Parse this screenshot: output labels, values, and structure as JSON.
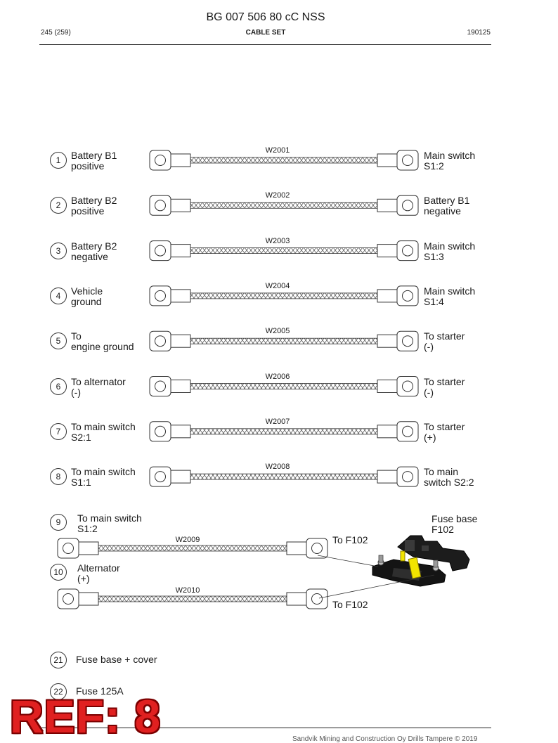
{
  "header": {
    "doc_title": "BG 007 506 80 cC NSS",
    "page": "245 (259)",
    "section": "CABLE SET",
    "date": "190125"
  },
  "cables": [
    {
      "num": "1",
      "left": "Battery B1\npositive",
      "code": "W2001",
      "right": "Main switch\nS1:2"
    },
    {
      "num": "2",
      "left": "Battery B2\npositive",
      "code": "W2002",
      "right": "Battery B1\nnegative"
    },
    {
      "num": "3",
      "left": "Battery B2\nnegative",
      "code": "W2003",
      "right": "Main switch\nS1:3"
    },
    {
      "num": "4",
      "left": "Vehicle\nground",
      "code": "W2004",
      "right": "Main switch\nS1:4"
    },
    {
      "num": "5",
      "left": "To\nengine ground",
      "code": "W2005",
      "right": "To starter\n(-)"
    },
    {
      "num": "6",
      "left": "To alternator\n(-)",
      "code": "W2006",
      "right": "To starter\n(-)"
    },
    {
      "num": "7",
      "left": "To main switch\nS2:1",
      "code": "W2007",
      "right": "To starter\n(+)"
    },
    {
      "num": "8",
      "left": "To main switch\nS1:1",
      "code": "W2008",
      "right": "To main\nswitch  S2:2"
    }
  ],
  "fuse_cables": [
    {
      "num": "9",
      "left": "To main switch\nS1:2",
      "code": "W2009",
      "right": "To F102"
    },
    {
      "num": "10",
      "left": "Alternator\n(+)",
      "code": "W2010",
      "right": "To F102"
    }
  ],
  "fuse_base_label": "Fuse base\nF102",
  "parts": [
    {
      "num": "21",
      "label": "Fuse base + cover"
    },
    {
      "num": "22",
      "label": "Fuse 125A"
    }
  ],
  "ref_stamp": "REF: 8",
  "copyright": "Sandvik Mining and Construction Oy Drills Tampere © 2019"
}
